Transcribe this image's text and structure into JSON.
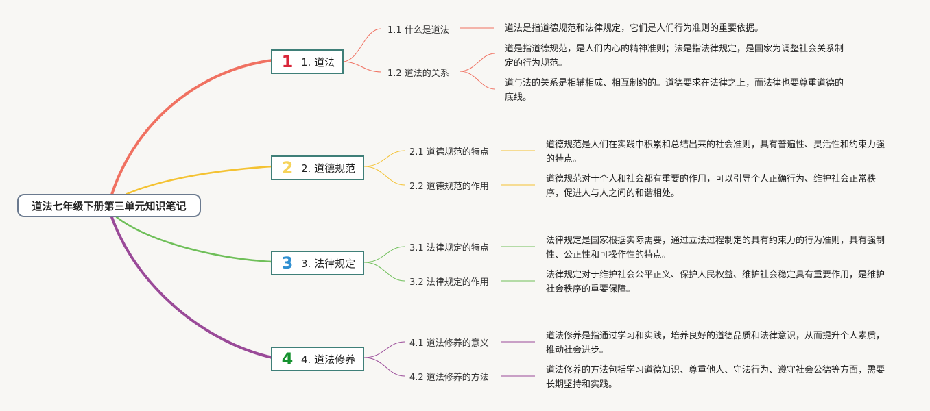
{
  "root": "道法七年级下册第三单元知识笔记",
  "topics": [
    {
      "num": "1",
      "label": "1. 道法",
      "color": "#f07161",
      "num_color": "#d9263a",
      "subs": [
        {
          "label": "1.1 什么是道法",
          "leaves": [
            "道法是指道德规范和法律规定，它们是人们行为准则的重要依据。"
          ]
        },
        {
          "label": "1.2 道法的关系",
          "leaves": [
            "道是指道德规范，是人们内心的精神准则；法是指法律规定，是国家为调整社会关系制定的行为规范。",
            "道与法的关系是相辅相成、相互制约的。道德要求在法律之上，而法律也要尊重道德的底线。"
          ]
        }
      ]
    },
    {
      "num": "2",
      "label": "2. 道德规范",
      "color": "#f4c232",
      "num_color": "#f6d35a",
      "subs": [
        {
          "label": "2.1 道德规范的特点",
          "leaves": [
            "道德规范是人们在实践中积累和总结出来的社会准则，具有普遍性、灵活性和约束力强的特点。"
          ]
        },
        {
          "label": "2.2 道德规范的作用",
          "leaves": [
            "道德规范对于个人和社会都有重要的作用，可以引导个人正确行为、维护社会正常秩序，促进人与人之间的和谐相处。"
          ]
        }
      ]
    },
    {
      "num": "3",
      "label": "3. 法律规定",
      "color": "#6fbf59",
      "num_color": "#2f8fd1",
      "subs": [
        {
          "label": "3.1 法律规定的特点",
          "leaves": [
            "法律规定是国家根据实际需要，通过立法过程制定的具有约束力的行为准则，具有强制性、公正性和可操作性的特点。"
          ]
        },
        {
          "label": "3.2 法律规定的作用",
          "leaves": [
            "法律规定对于维护社会公平正义、保护人民权益、维护社会稳定具有重要作用，是维护社会秩序的重要保障。"
          ]
        }
      ]
    },
    {
      "num": "4",
      "label": "4. 道法修养",
      "color": "#9a4a98",
      "num_color": "#16922f",
      "subs": [
        {
          "label": "4.1 道法修养的意义",
          "leaves": [
            "道法修养是指通过学习和实践，培养良好的道德品质和法律意识，从而提升个人素质，推动社会进步。"
          ]
        },
        {
          "label": "4.2 道法修养的方法",
          "leaves": [
            "道法修养的方法包括学习道德知识、尊重他人、守法行为、遵守社会公德等方面，需要长期坚持和实践。"
          ]
        }
      ]
    }
  ]
}
